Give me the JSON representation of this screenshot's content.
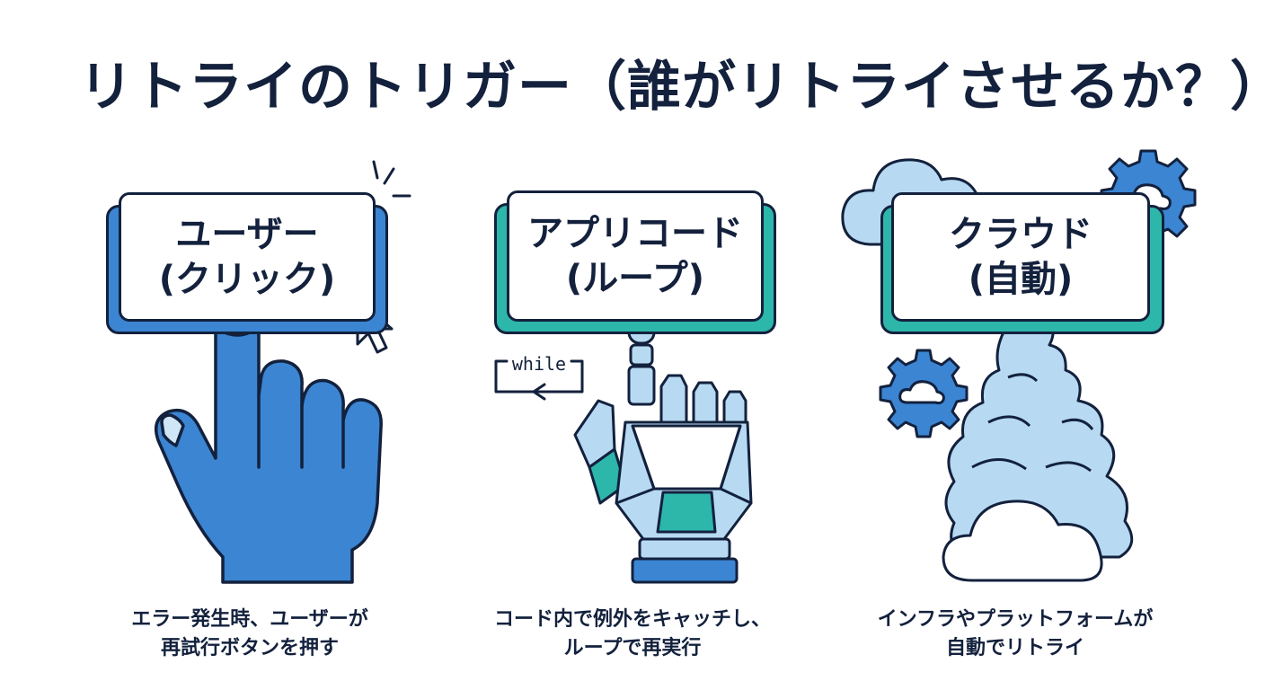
{
  "title": "リトライのトリガー（誰がリトライさせるか？）",
  "colors": {
    "navy": "#13213d",
    "blue": "#3b85d3",
    "teal": "#2db6aa",
    "light_blue": "#b7daf2",
    "pale_blue": "#cfe6f6"
  },
  "panels": [
    {
      "button_line1": "ユーザー",
      "button_line2": "(クリック)",
      "caption_line1": "エラー発生時、ユーザーが",
      "caption_line2": "再試行ボタンを押す",
      "icons": [
        "pointing-hand-icon",
        "mouse-cursor-icon"
      ]
    },
    {
      "button_line1": "アプリコード",
      "button_line2": "(ループ)",
      "code_label": "while",
      "caption_line1": "コード内で例外をキャッチし、",
      "caption_line2": "ループで再実行",
      "icons": [
        "robot-hand-icon",
        "loop-arrow-icon"
      ]
    },
    {
      "button_line1": "クラウド",
      "button_line2": "(自動)",
      "caption_line1": "インフラやプラットフォームが",
      "caption_line2": "自動でリトライ",
      "icons": [
        "cloud-icon",
        "gear-cloud-icon"
      ]
    }
  ]
}
